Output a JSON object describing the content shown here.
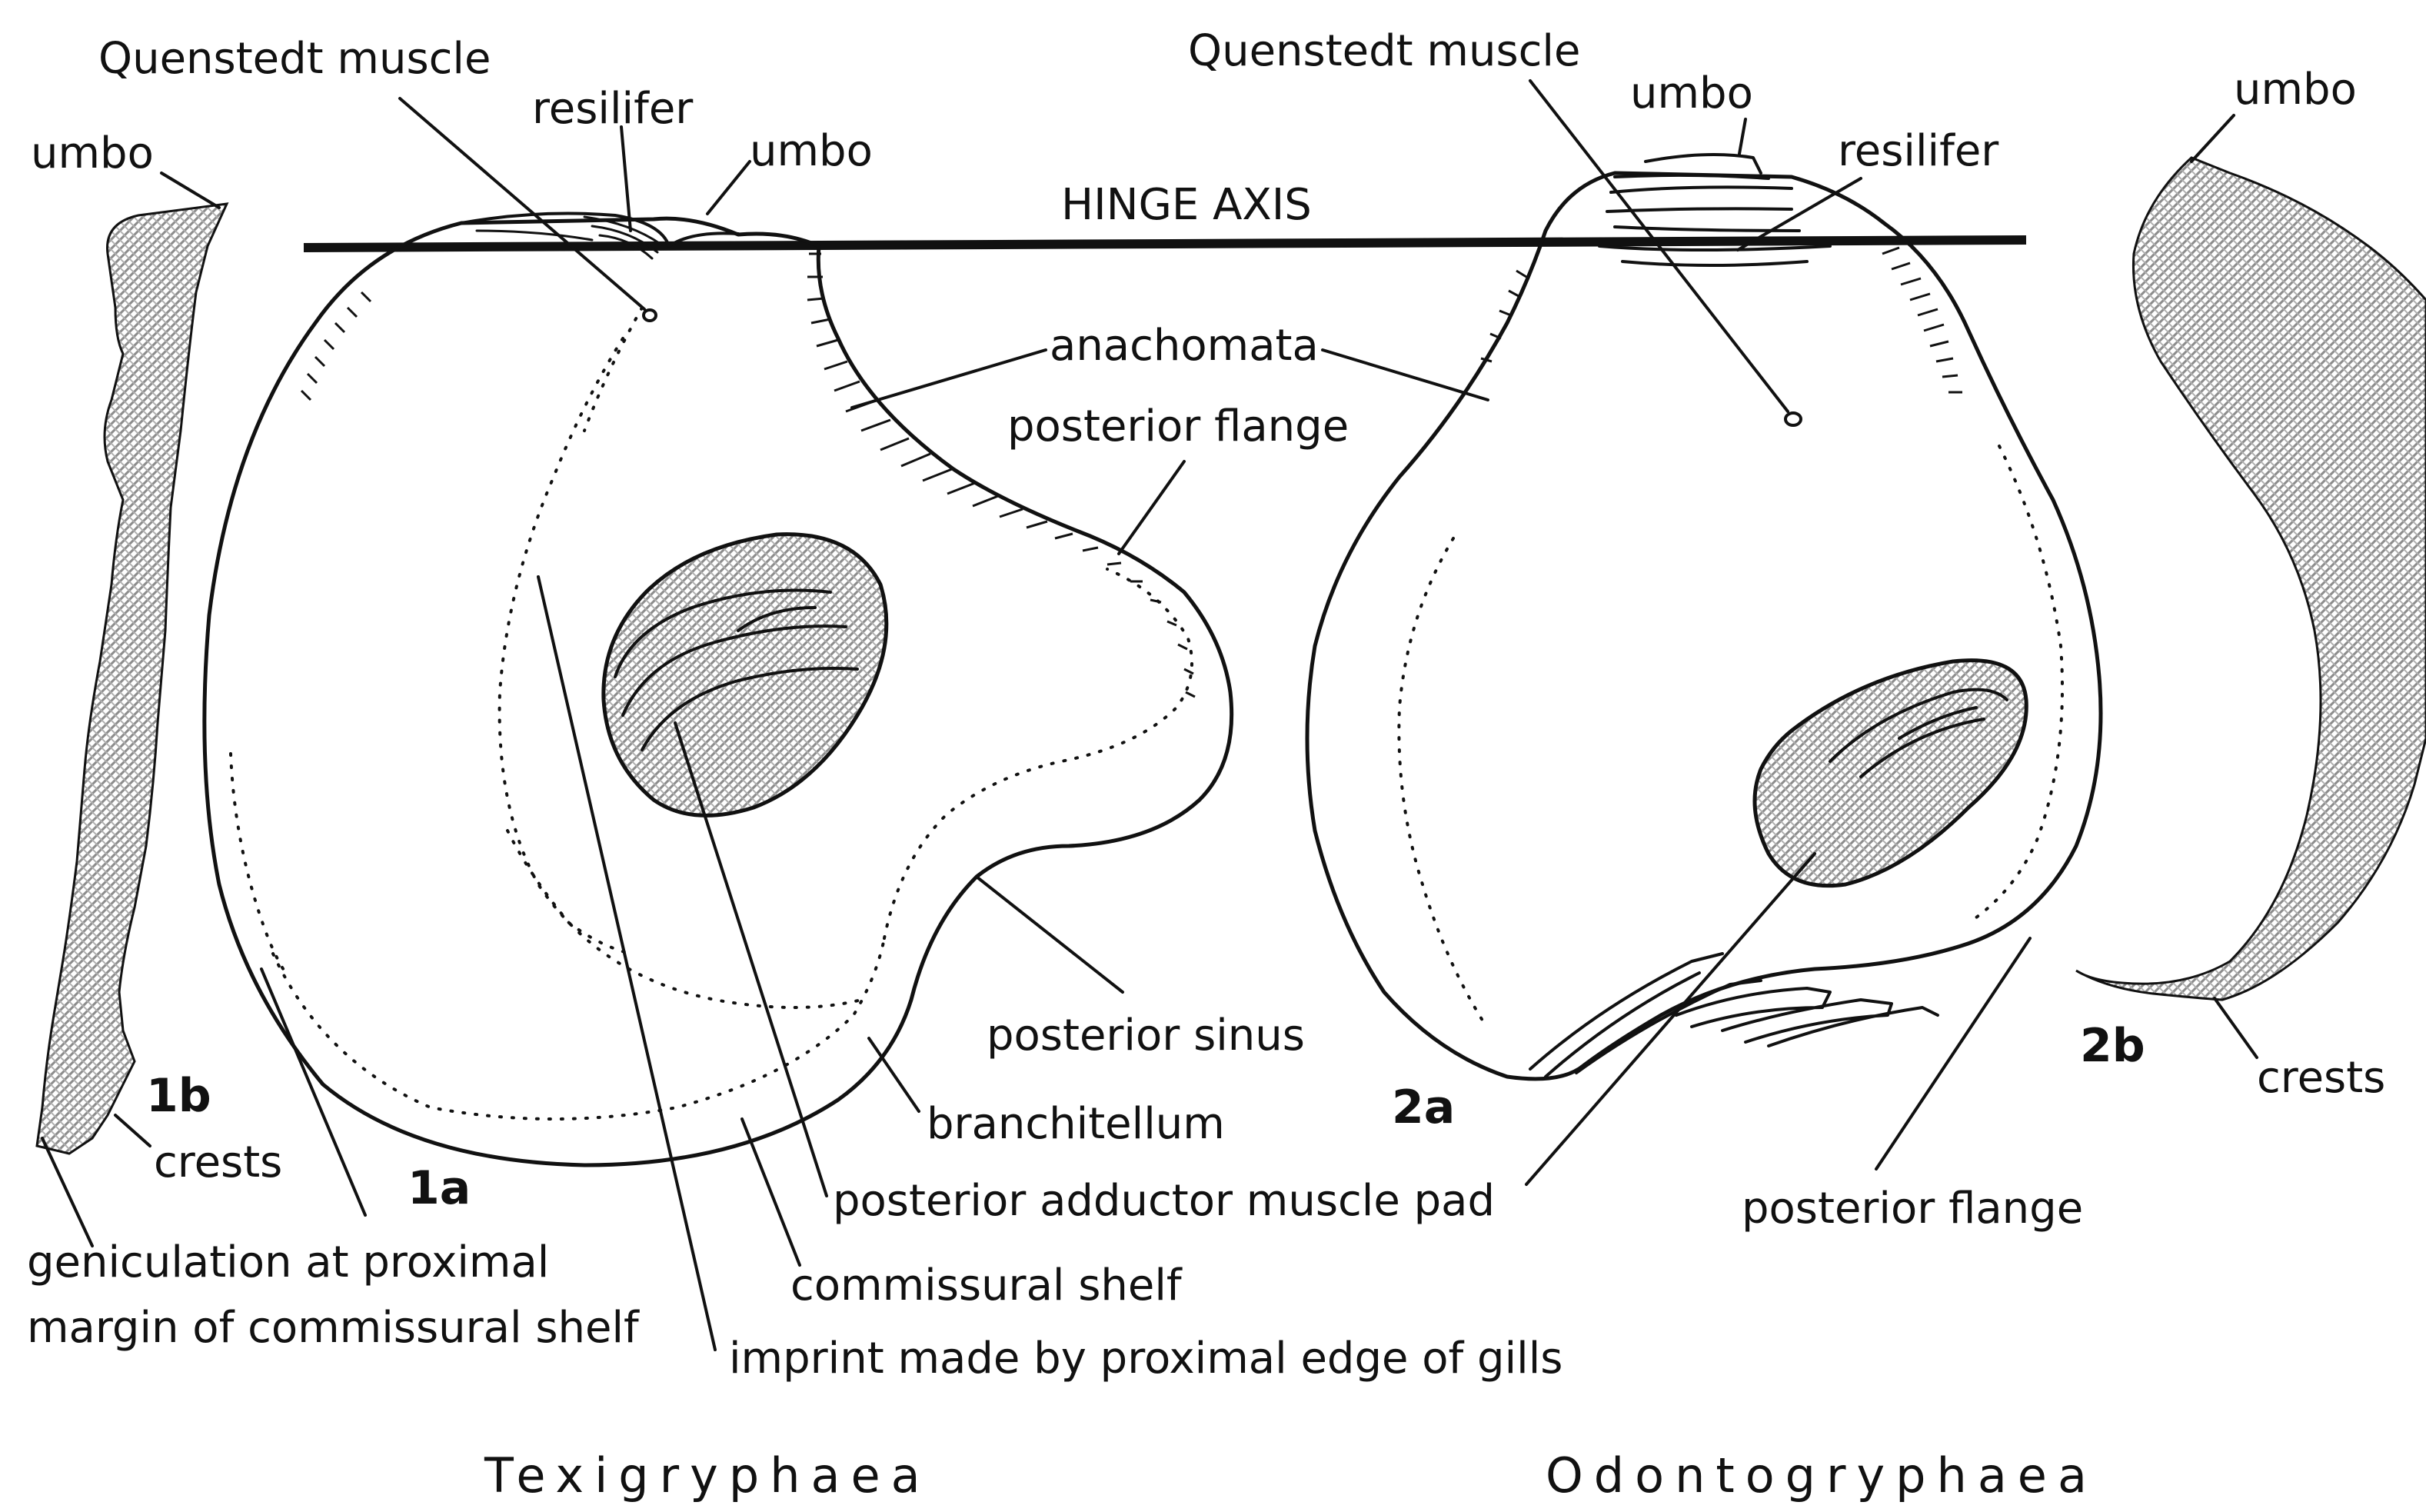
{
  "colors": {
    "ink": "#111111",
    "stipple": "#9a9a9a",
    "background": "#ffffff"
  },
  "figure_1": {
    "genus": "Texigryphaea",
    "view_a_label": "1a",
    "view_b_label": "1b",
    "labels": {
      "quenstedt_muscle": "Quenstedt muscle",
      "resilifer": "resilifer",
      "umbo_a": "umbo",
      "umbo_b": "umbo",
      "hinge_axis": "HINGE AXIS",
      "anachomata": "anachomata",
      "posterior_flange": "posterior flange",
      "posterior_sinus": "posterior sinus",
      "branchitellum": "branchitellum",
      "posterior_adductor_muscle_pad": "posterior adductor muscle pad",
      "commissural_shelf": "commissural shelf",
      "imprint_gills": "imprint made by proximal edge of gills",
      "geniculation_line1": "geniculation at proximal",
      "geniculation_line2": "margin of commissural shelf",
      "crests": "crests"
    }
  },
  "figure_2": {
    "genus": "Odontogryphaea",
    "view_a_label": "2a",
    "view_b_label": "2b",
    "labels": {
      "quenstedt_muscle": "Quenstedt muscle",
      "umbo_a": "umbo",
      "resilifer": "resilifer",
      "umbo_b": "umbo",
      "posterior_flange": "posterior flange",
      "crests": "crests"
    }
  }
}
